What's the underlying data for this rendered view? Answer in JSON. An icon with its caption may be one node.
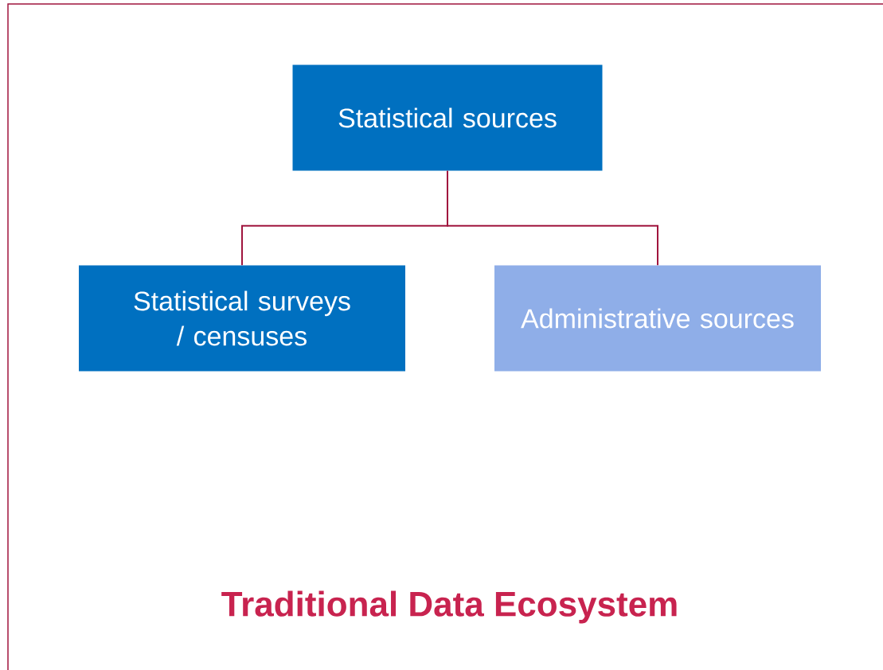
{
  "diagram": {
    "title": "Traditional Data Ecosystem",
    "nodes": [
      {
        "text": [
          "Statistical sources"
        ]
      },
      {
        "text": [
          "Statistical surveys / censuses"
        ]
      },
      {
        "text": [
          "Administrative sources"
        ]
      }
    ],
    "edges": [
      {
        "from": 0,
        "to": 1,
        "arrow": "none"
      },
      {
        "from": 0,
        "to": 2,
        "arrow": "none"
      }
    ]
  }
}
